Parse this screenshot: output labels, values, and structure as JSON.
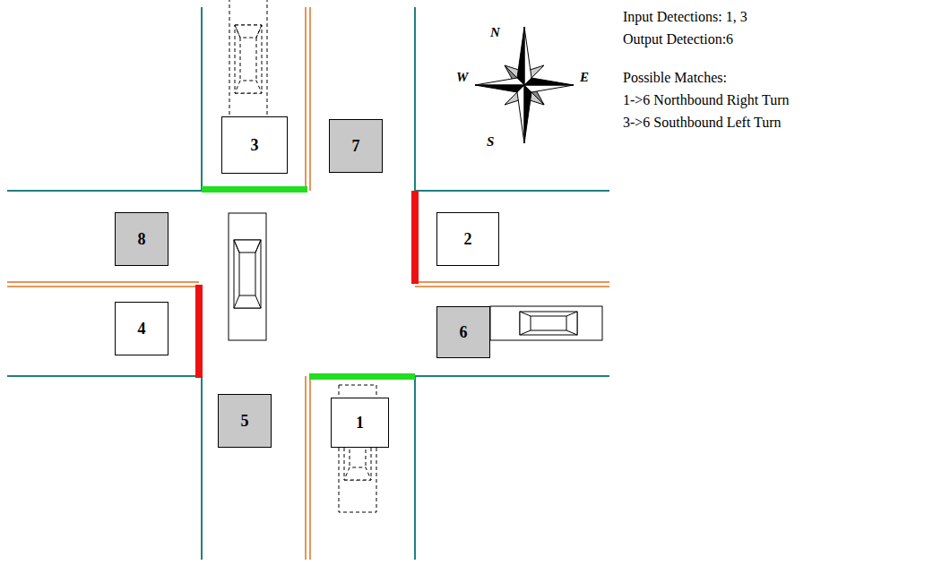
{
  "diagram": {
    "nodes": [
      {
        "text": [
          "3"
        ]
      },
      {
        "text": [
          "7"
        ]
      },
      {
        "text": [
          "8"
        ]
      },
      {
        "text": [
          "2"
        ]
      },
      {
        "text": [
          "4"
        ]
      },
      {
        "text": [
          "6"
        ]
      },
      {
        "text": [
          "5"
        ]
      },
      {
        "text": [
          "1"
        ]
      }
    ],
    "labels": [
      "N",
      "W",
      "E",
      "S",
      "Input Detections: 1, 3",
      "Output Detection:6",
      "Possible Matches:",
      "1->6 Northbound Right Turn",
      "3->6 Southbound Left Turn"
    ]
  }
}
